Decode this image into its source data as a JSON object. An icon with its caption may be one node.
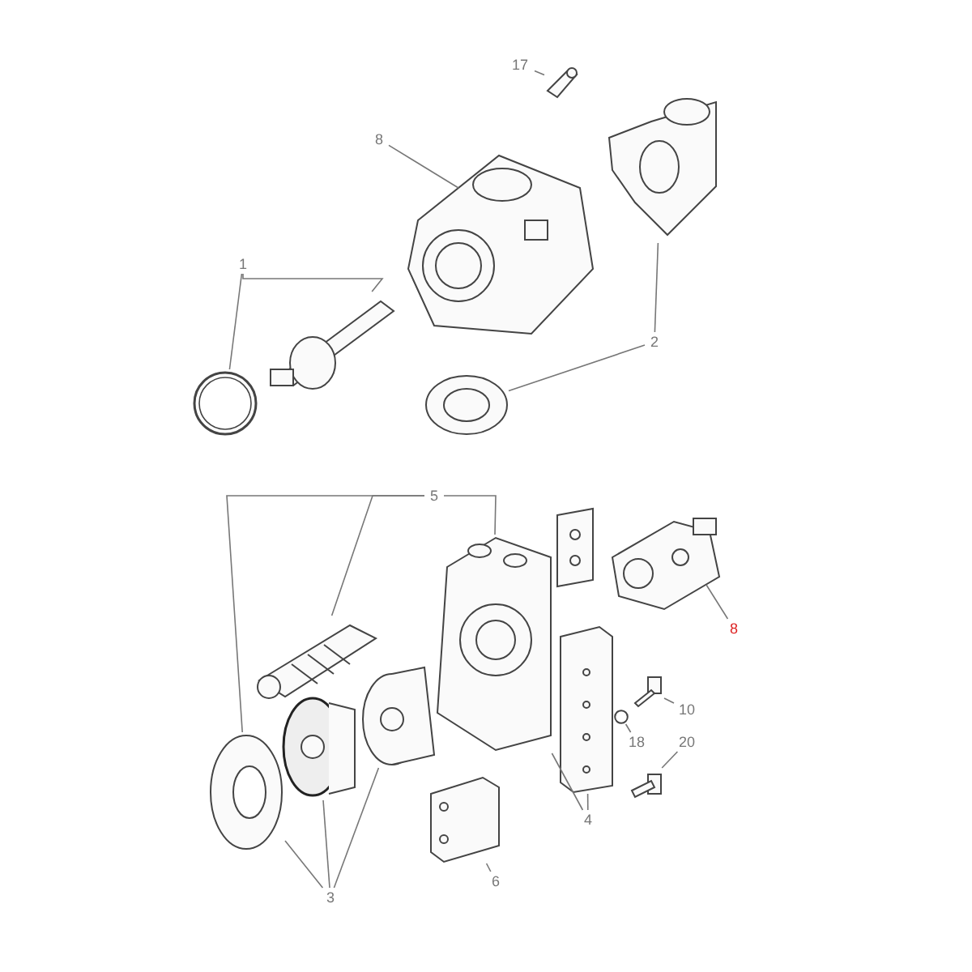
{
  "diagram": {
    "nodes": [
      {
        "text": [
          "17"
        ]
      },
      {
        "text": [],
        "shape": "picture"
      },
      {
        "text": [
          "8"
        ]
      },
      {
        "text": [],
        "shape": "picture"
      },
      {
        "text": [],
        "shape": "picture"
      },
      {
        "text": [
          "1"
        ]
      },
      {
        "text": [],
        "shape": "picture"
      },
      {
        "text": [],
        "shape": "picture"
      },
      {
        "text": [
          "2"
        ]
      },
      {
        "text": [],
        "shape": "picture"
      },
      {
        "text": [
          "5"
        ]
      },
      {
        "text": [],
        "shape": "picture"
      },
      {
        "text": [],
        "shape": "picture"
      },
      {
        "text": [
          "8"
        ]
      },
      {
        "text": [],
        "shape": "picture"
      },
      {
        "text": [],
        "shape": "picture"
      },
      {
        "text": [],
        "shape": "picture"
      },
      {
        "text": [],
        "shape": "picture"
      },
      {
        "text": [
          "10"
        ]
      },
      {
        "text": [],
        "shape": "picture"
      },
      {
        "text": [
          "18"
        ]
      },
      {
        "text": [],
        "shape": "circle"
      },
      {
        "text": [],
        "shape": "picture"
      },
      {
        "text": [],
        "shape": "picture"
      },
      {
        "text": [
          "20"
        ]
      },
      {
        "text": [],
        "shape": "picture"
      },
      {
        "text": [
          "4"
        ]
      },
      {
        "text": [],
        "shape": "picture"
      },
      {
        "text": [
          "6"
        ]
      },
      {
        "text": [
          "3"
        ]
      }
    ],
    "edges": [
      {
        "from": 0,
        "to": 1,
        "arrow": "none"
      },
      {
        "from": 2,
        "to": 3,
        "arrow": "none"
      },
      {
        "from": 5,
        "to": 6,
        "arrow": "none"
      },
      {
        "from": 5,
        "to": 7,
        "arrow": "none"
      },
      {
        "from": 8,
        "to": 4,
        "arrow": "none"
      },
      {
        "from": 8,
        "to": 9,
        "arrow": "none"
      },
      {
        "from": 10,
        "to": 14,
        "arrow": "none"
      },
      {
        "from": 10,
        "to": 15,
        "arrow": "none"
      },
      {
        "from": 10,
        "to": 22,
        "arrow": "none"
      },
      {
        "from": 13,
        "to": 12,
        "arrow": "none"
      },
      {
        "from": 18,
        "to": 19,
        "arrow": "none"
      },
      {
        "from": 20,
        "to": 21,
        "arrow": "none"
      },
      {
        "from": 24,
        "to": 25,
        "arrow": "none"
      },
      {
        "from": 26,
        "to": 16,
        "arrow": "none"
      },
      {
        "from": 26,
        "to": 15,
        "arrow": "none"
      },
      {
        "from": 28,
        "to": 27,
        "arrow": "none"
      },
      {
        "from": 29,
        "to": 23,
        "arrow": "none"
      },
      {
        "from": 29,
        "to": 22,
        "arrow": "none"
      },
      {
        "from": 29,
        "to": 17,
        "arrow": "none"
      }
    ]
  }
}
